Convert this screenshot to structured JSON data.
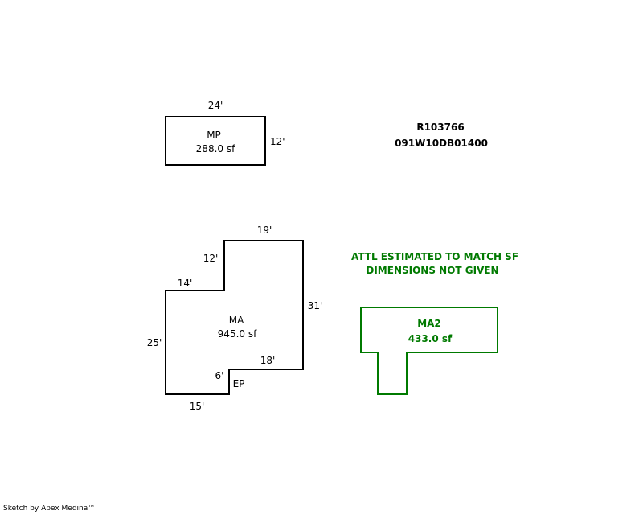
{
  "identifiers": {
    "account": "R103766",
    "map_tax_lot": "091W10DB01400"
  },
  "notes": {
    "line1": "ATTL ESTIMATED TO MATCH SF",
    "line2": "DIMENSIONS NOT GIVEN"
  },
  "areas": {
    "mp": {
      "code": "MP",
      "area": "288.0 sf",
      "dims": {
        "top": "24'",
        "right": "12'"
      }
    },
    "ma": {
      "code": "MA",
      "area": "945.0 sf",
      "dims": {
        "top": "19'",
        "inner_left": "12'",
        "step": "14'",
        "left": "25'",
        "right": "31'",
        "bottom_right": "18'",
        "notch": "6'",
        "bottom": "15'"
      }
    },
    "ep": {
      "code": "EP"
    },
    "ma2": {
      "code": "MA2",
      "area": "433.0 sf"
    }
  },
  "credit": "Sketch by Apex Medina™",
  "colors": {
    "outline": "#000000",
    "estimated": "#007a00",
    "background": "#ffffff"
  }
}
